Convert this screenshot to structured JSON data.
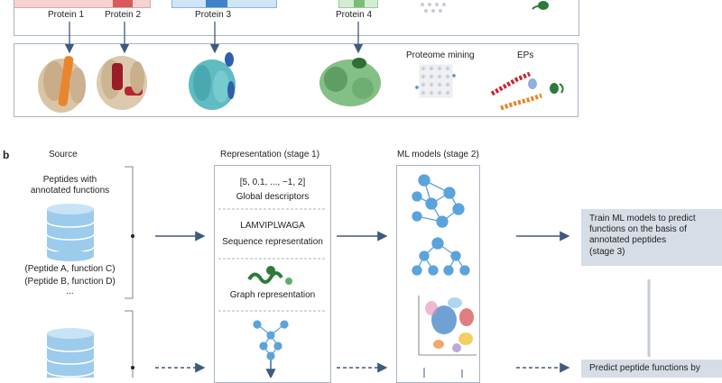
{
  "panel_a": {
    "proteins": [
      "Protein 1",
      "Protein 2",
      "Protein 3",
      "Protein 4"
    ],
    "labels": {
      "proteome_mining": "Proteome mining",
      "eps": "EPs"
    }
  },
  "panel_b": {
    "letter": "b",
    "headers": {
      "source": "Source",
      "representation": "Representation (stage 1)",
      "ml_models": "ML models (stage 2)"
    },
    "source": {
      "title_line1": "Peptides with",
      "title_line2": "annotated functions",
      "examples": [
        "(Peptide A, function C)",
        "(Peptide B, function D)",
        "..."
      ]
    },
    "representation": {
      "vector": "[5, 0.1, ..., −1, 2]",
      "global": "Global descriptors",
      "sequence_text": "LAMVIPLWAGA",
      "sequence_label": "Sequence representation",
      "graph_label": "Graph representation"
    },
    "stages": {
      "stage3": [
        "Train ML models to predict",
        "functions on the basis of",
        "annotated peptides",
        "(stage 3)"
      ],
      "predict": "Predict peptide functions by"
    }
  },
  "colors": {
    "arrow": "#3d5a80",
    "db": "#8cc2e6",
    "node": "#5ba3db",
    "stage_box": "#d7dde6"
  }
}
